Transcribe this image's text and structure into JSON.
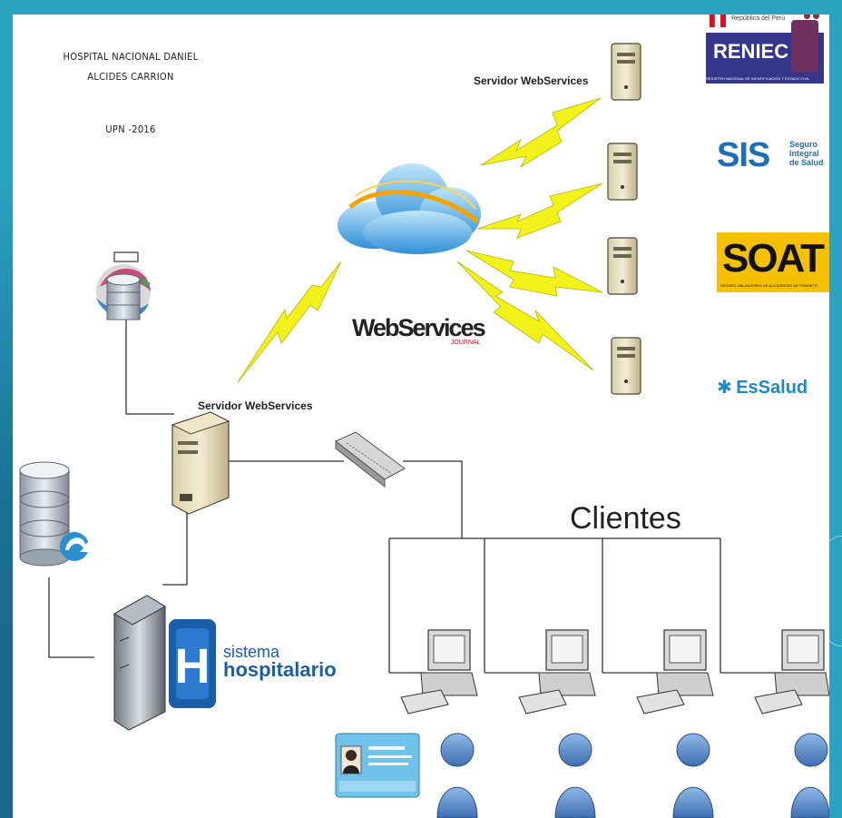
{
  "header": {
    "line1": "HOSPITAL NACIONAL DANIEL",
    "line2": "ALCIDES CARRION",
    "line3": "UPN -2016"
  },
  "labels": {
    "server_top": "Servidor WebServices",
    "server_main": "Servidor WebServices",
    "clients": "Clientes",
    "webservices_logo_main": "WebServices",
    "webservices_logo_sub": "JOURNAL",
    "sistema_line1": "sistema",
    "sistema_line2": "hospitalario"
  },
  "logos": {
    "reniec": {
      "top_text": "República del Perú",
      "name": "RENIEC",
      "sub": "REGISTRO NACIONAL DE IDENTIFICACIÓN Y ESTADO CIVIL"
    },
    "sis": {
      "name": "SIS",
      "line1": "Seguro",
      "line2": "Integral",
      "line3": "de Salud"
    },
    "soat": {
      "name": "SOAT",
      "sub": "SEGURO OBLIGATORIO DE ACCIDENTES DE TRÁNSITO"
    },
    "essalud": {
      "name": "EsSalud"
    }
  },
  "colors": {
    "slide_bg": "#2aa3c0",
    "lightning": "#f2f21a",
    "reniec_blue": "#34368c",
    "sis_blue": "#1d6fb8",
    "soat_yellow": "#f5c000",
    "essalud_blue": "#1e88c8",
    "h_logo_blue": "#1a5ea8"
  }
}
